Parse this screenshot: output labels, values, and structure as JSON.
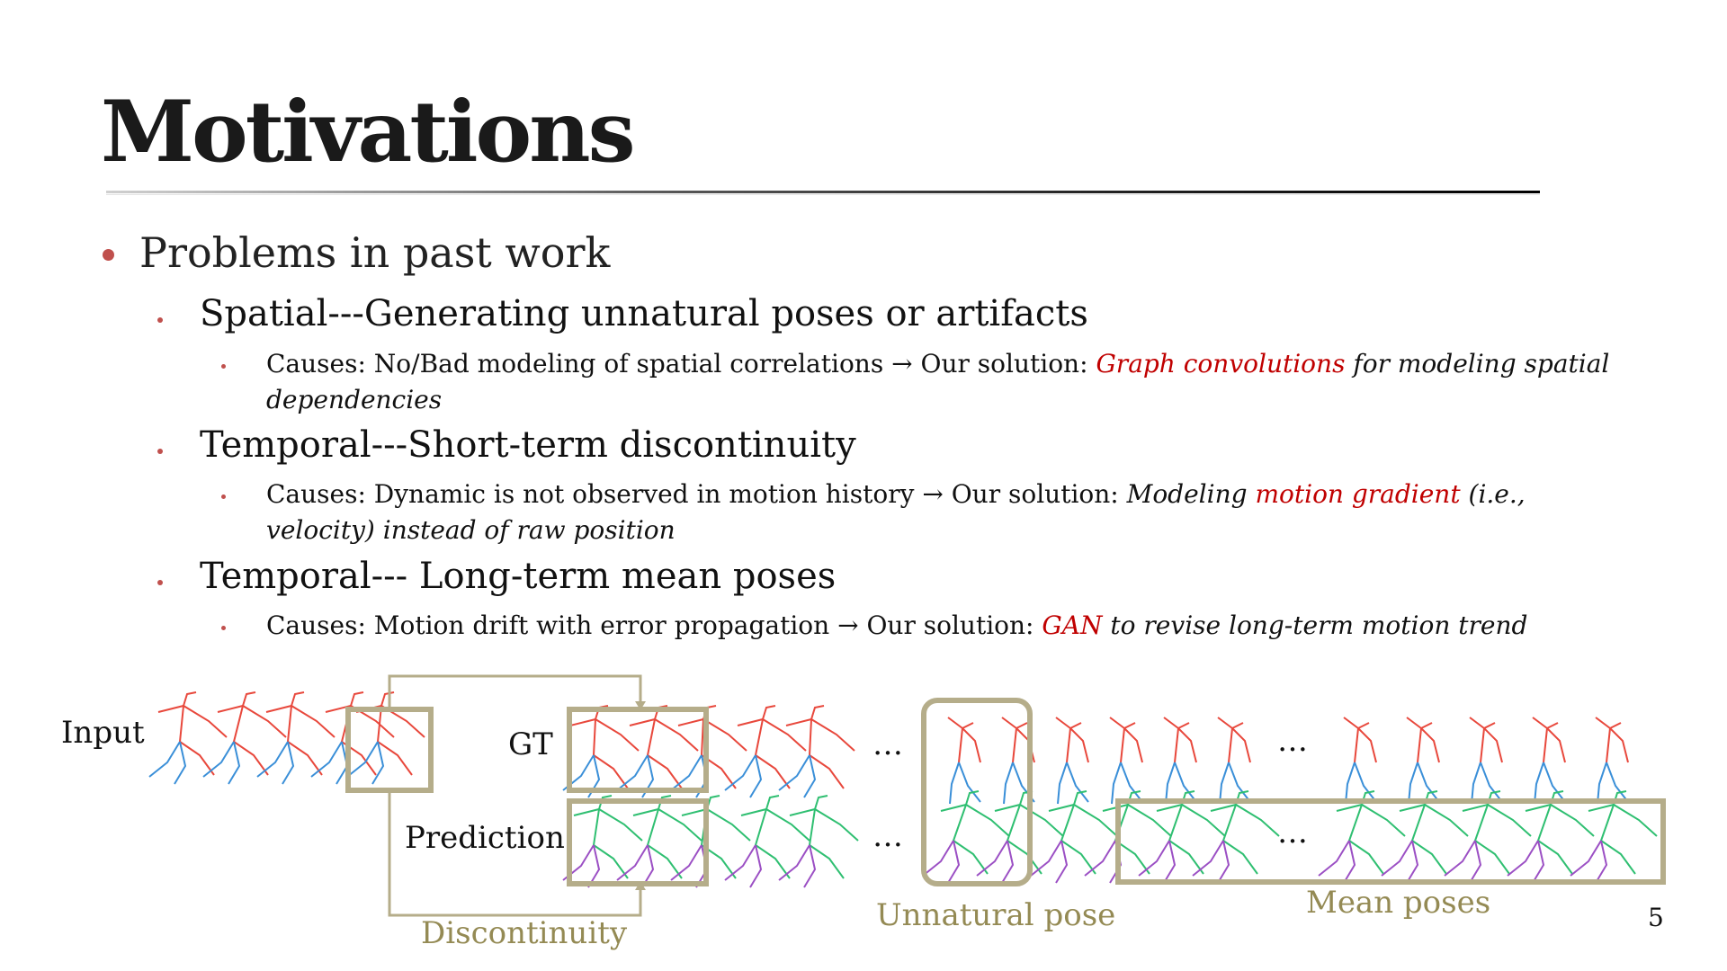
{
  "slide": {
    "title": "Motivations",
    "page_number": "5"
  },
  "bullets": {
    "level1": "Problems in past work",
    "spatial": {
      "heading": "Spatial---Generating unnatural poses or artifacts",
      "cause_prefix": "Causes: No/Bad modeling of spatial correlations",
      "arrow": "→",
      "solution_label": "Our solution:",
      "solution_highlight": "Graph convolutions",
      "solution_rest_line1": "for modeling spatial",
      "solution_rest_line2": "dependencies"
    },
    "temporal_short": {
      "heading": "Temporal---Short-term discontinuity",
      "cause_prefix": "Causes: Dynamic is not observed in motion history",
      "arrow": "→",
      "solution_label": "Our solution:",
      "solution_pre": "Modeling",
      "solution_highlight": "motion gradient",
      "solution_rest_line1": "(i.e.,",
      "solution_rest_line2": "velocity) instead of raw position"
    },
    "temporal_long": {
      "heading": "Temporal--- Long-term mean poses",
      "cause_prefix": "Causes: Motion drift with error propagation",
      "arrow": "→",
      "solution_label": "Our solution:",
      "solution_highlight": "GAN",
      "solution_rest": "to revise long-term motion trend"
    }
  },
  "figure": {
    "input_label": "Input",
    "gt_label": "GT",
    "prediction_label": "Prediction",
    "ellipsis": "…",
    "discontinuity_label": "Discontinuity",
    "unnatural_label": "Unnatural pose",
    "mean_label": "Mean poses",
    "colors": {
      "gt_upper": "#e8483c",
      "gt_lower": "#3a8fd8",
      "pred_upper": "#2fbf71",
      "pred_lower": "#9b4fc4",
      "annotation": "#b5ad8a",
      "annotation_text": "#948a54",
      "bullet": "#c0504d",
      "highlight": "#c00000"
    }
  }
}
